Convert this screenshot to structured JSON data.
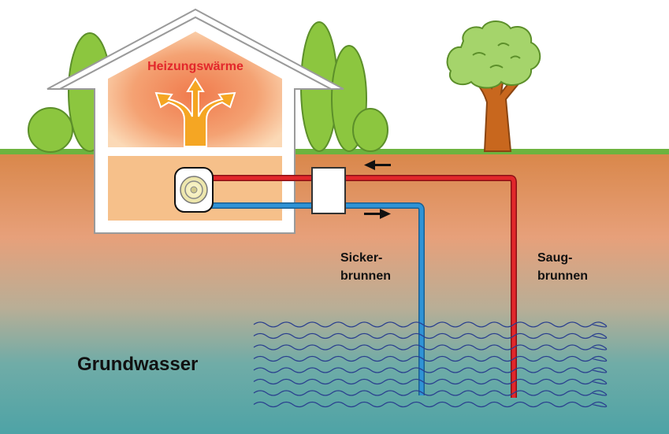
{
  "labels": {
    "heat": "Heizungswärme",
    "infiltration_well_line1": "Sicker-",
    "infiltration_well_line2": "brunnen",
    "suction_well_line1": "Saug-",
    "suction_well_line2": "brunnen",
    "groundwater": "Grundwasser"
  },
  "colors": {
    "sky": "#ffffff",
    "grass": "#6db33f",
    "soil_top": "#d9874a",
    "groundwater": "#4ea3a6",
    "house_outline": "#9a9a9a",
    "house_wall": "#ffffff",
    "heat_glow": "#f08a5a",
    "heat_arrow": "#f5a623",
    "hot_pipe": "#e2272b",
    "cold_pipe": "#2f93d6",
    "wave_lines": "#2a3f8f",
    "tree_foliage": "#8cc63f",
    "tree_trunk": "#b85a1a",
    "heat_label": "#e2272b",
    "text": "#111111"
  },
  "icons": [
    "heat-pump-icon",
    "heat-exchanger-icon",
    "flow-arrow-left-icon",
    "flow-arrow-right-icon",
    "tree-icon",
    "shrub-icon",
    "wave-icon"
  ]
}
